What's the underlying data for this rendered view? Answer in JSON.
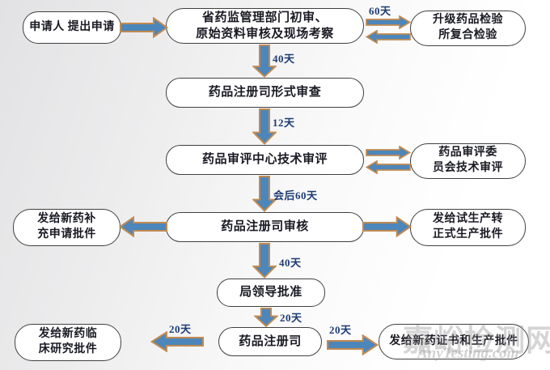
{
  "watermark": {
    "site_name_cn": "嘉峪检测网",
    "site_name_en": "AnyTesting.com"
  },
  "colors": {
    "arrow_fill": "#4C86BA",
    "arrow_outline": "#C28A50",
    "duration_label": "#1E3C72",
    "box_border": "#404040",
    "box_fill": "#FFFFFF"
  },
  "flowchart": {
    "boxes": {
      "applicant": "申请人 提出申请",
      "provincial_review": "省药监管理部门初审、\n原始资料审核及现场考察",
      "upgrade_inspection": "升级药品检验\n所复合检验",
      "formal_review": "药品注册司形式审查",
      "tech_review": "药品审评中心技术审评",
      "committee_review": "药品审评委\n员会技术审评",
      "registration_review": "药品注册司审核",
      "supplement_approval": "发给新药补\n充申请批件",
      "trial_to_formal_approval": "发给试生产转\n正式生产批件",
      "bureau_approval": "局领导批准",
      "registration_dept": "药品注册司",
      "clinical_approval": "发给新药临\n床研究批件",
      "certificate_approval": "发给新药证书和生产批件"
    },
    "durations": {
      "provincial_to_inspection": "60天",
      "provincial_to_formal": "40天",
      "formal_to_tech": "12天",
      "tech_to_registration": "会后60天",
      "registration_to_bureau": "40天",
      "bureau_to_dept": "20天",
      "dept_to_clinical": "20天",
      "dept_to_certificate": "20天"
    }
  }
}
